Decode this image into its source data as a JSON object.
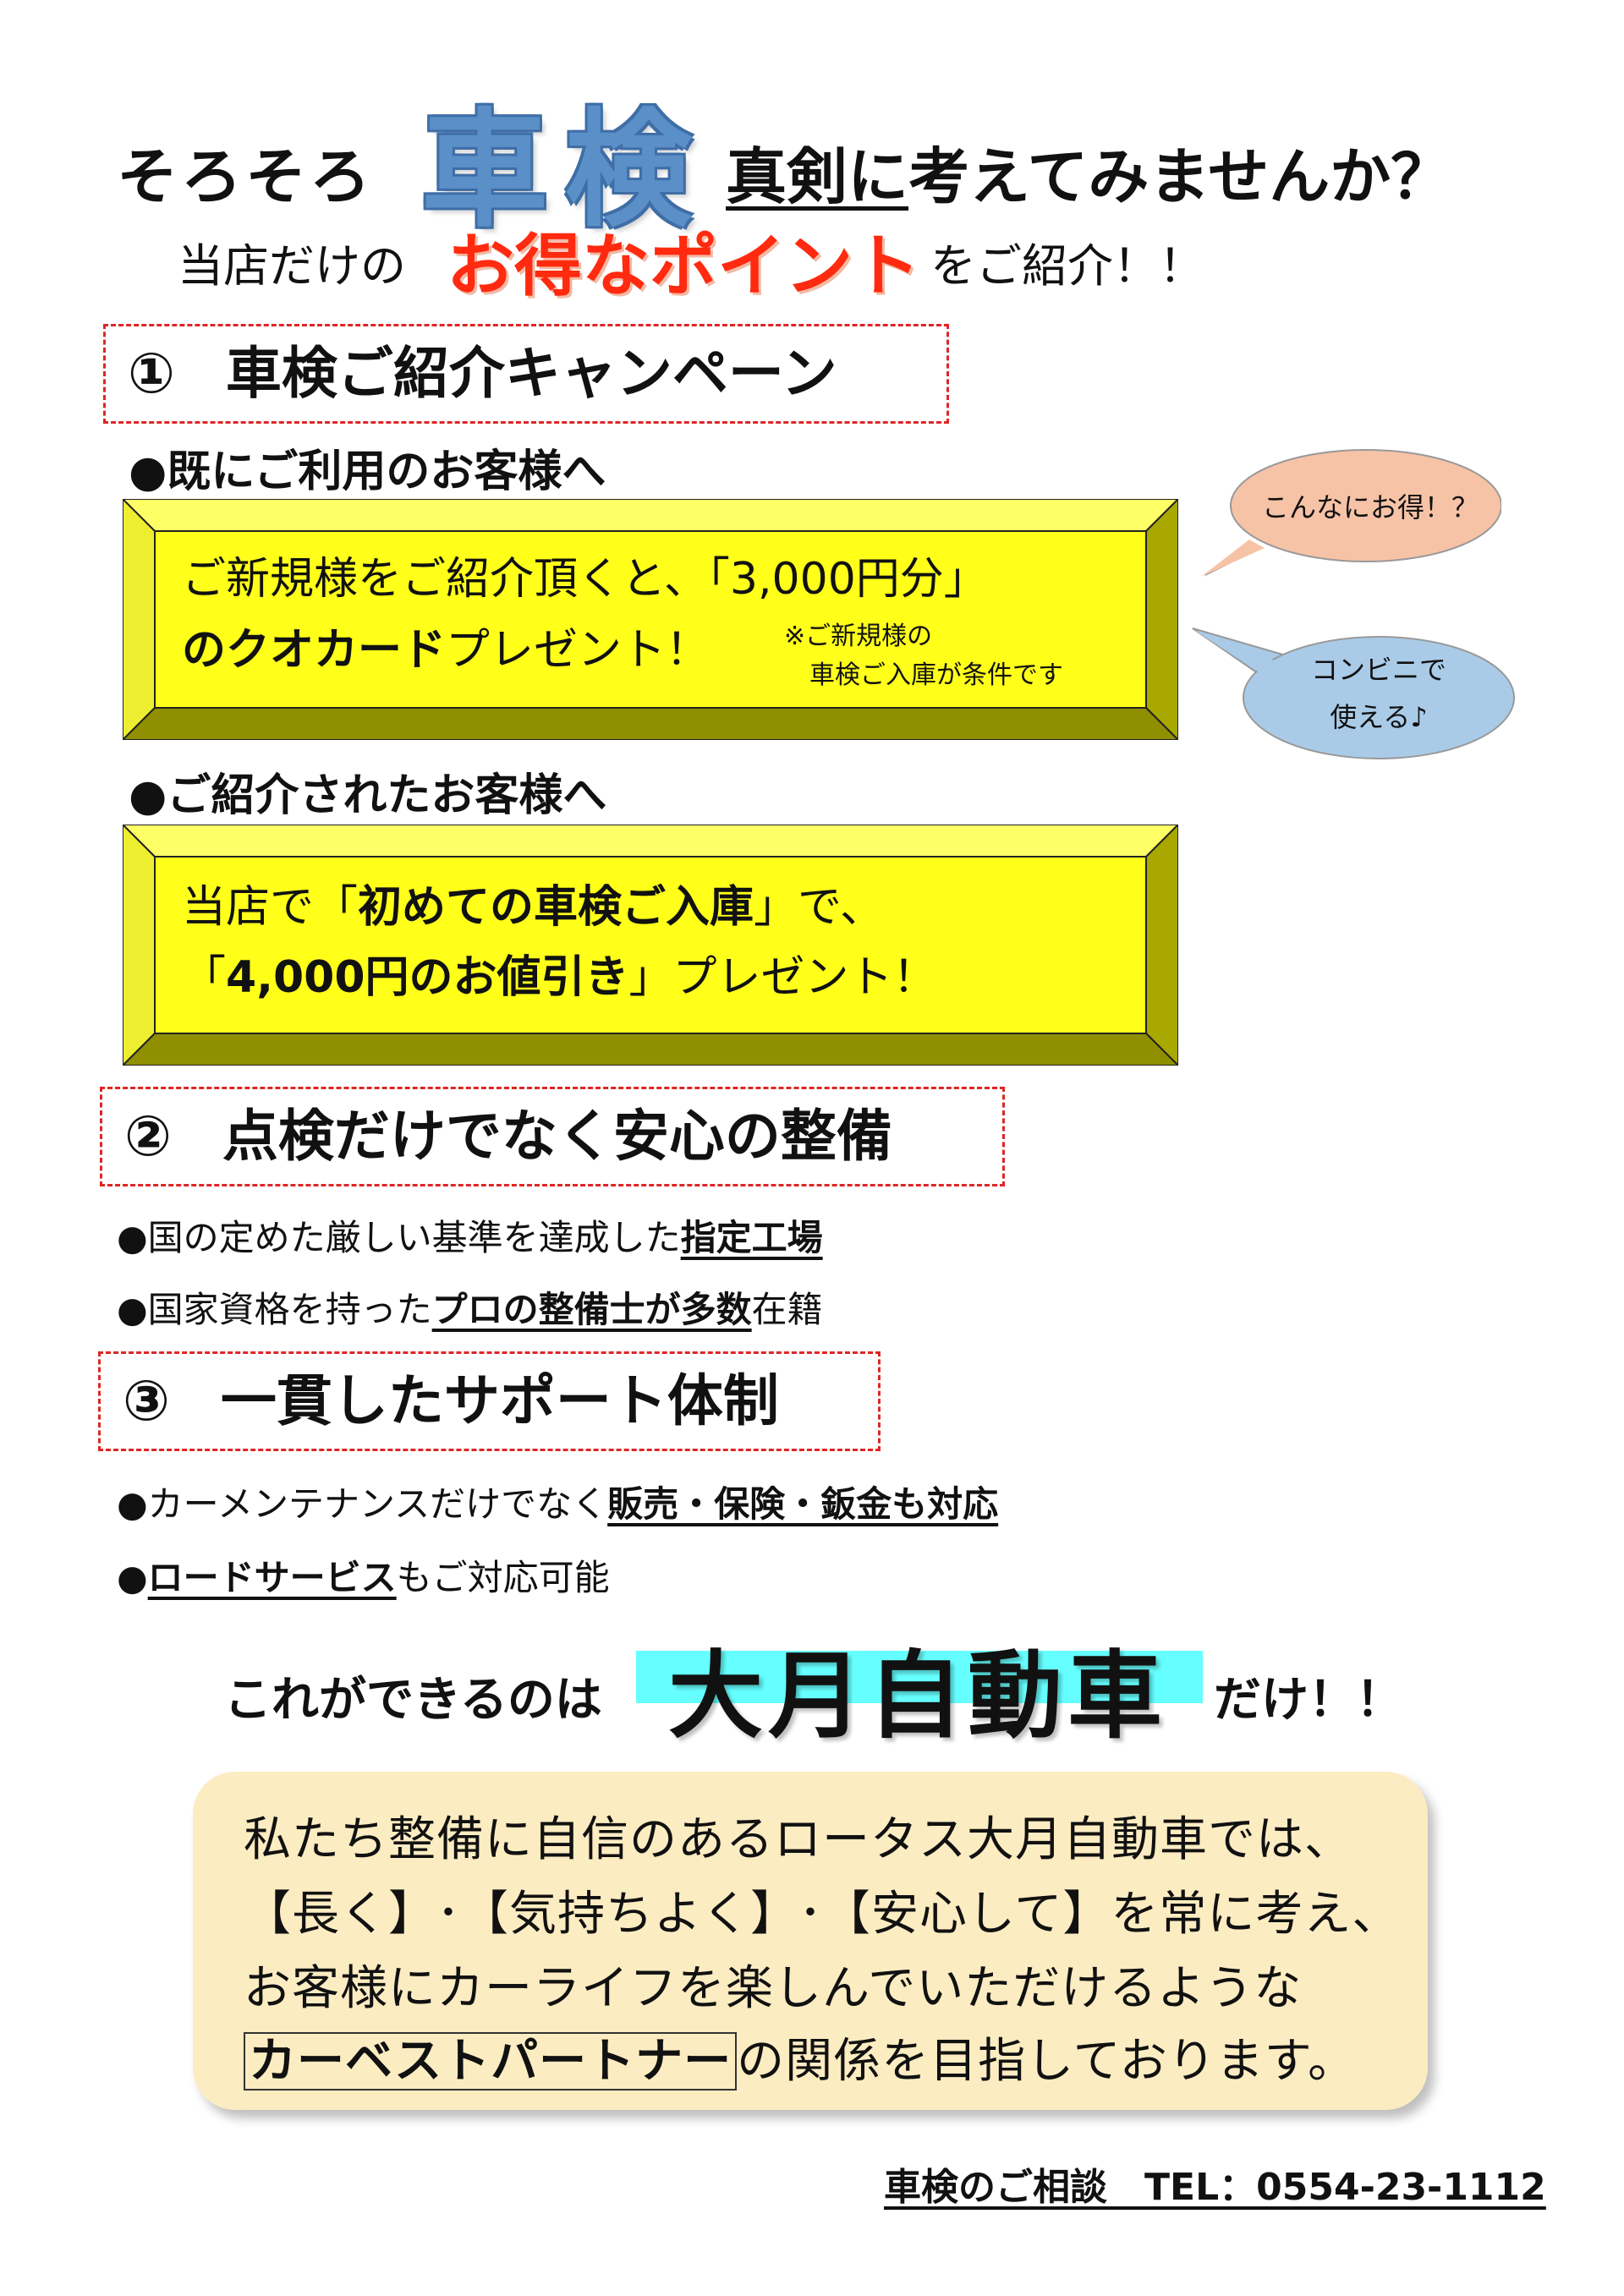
{
  "title": {
    "prefix": "そろそろ",
    "big": "車検",
    "suffix_underlined": "真剣に",
    "suffix_rest": "考えてみませんか？"
  },
  "subtitle": {
    "prefix": "当店だけの",
    "highlight": "お得なポイント",
    "suffix": "をご紹介！！"
  },
  "section1": {
    "number": "①",
    "heading": "車検ご紹介キャンペーン",
    "group1_label": "●既にご利用のお客様へ",
    "box1_line1": "ご新規様をご紹介頂くと、「3,000円分」",
    "box1_line2_bold": "のクオカード",
    "box1_line2_rest": "プレゼント！",
    "box1_note1": "※ご新規様の",
    "box1_note2": "車検ご入庫が条件です",
    "bubble1": "こんなにお得！？",
    "bubble2_line1": "コンビニで",
    "bubble2_line2": "使える♪",
    "group2_label": "●ご紹介されたお客様へ",
    "box2_line1_a": "当店で「",
    "box2_line1_b": "初めての車検ご入庫",
    "box2_line1_c": "」で、",
    "box2_line2_a": "「",
    "box2_line2_b": "4,000円のお値引き",
    "box2_line2_c": "」プレゼント！"
  },
  "section2": {
    "number": "②",
    "heading": "点検だけでなく安心の整備",
    "item1_text": "●国の定めた厳しい基準を達成した",
    "item1_bold": "指定工場",
    "item2_text": "●国家資格を持った",
    "item2_bold": "プロの整備士が多数",
    "item2_rest": "在籍"
  },
  "section3": {
    "number": "③",
    "heading": "一貫したサポート体制",
    "item1_text": "●カーメンテナンスだけでなく",
    "item1_bold": "販売・保険・鈑金も対応",
    "item2_text": "●",
    "item2_bold": "ロードサービス",
    "item2_rest": "もご対応可能"
  },
  "only": {
    "prefix": "これができるのは",
    "name": "大月自動車",
    "suffix": "だけ！！"
  },
  "panel": {
    "line1": "私たち整備に自信のあるロータス大月自動車では、",
    "line2": "【長く】･【気持ちよく】･【安心して】を常に考え、",
    "line3": "お客様にカーライフを楽しんでいただけるような",
    "line4_box": "カーベストパートナー",
    "line4_rest": "の関係を目指しております。"
  },
  "footer": {
    "tel": "車検のご相談　TEL：0554-23-1112"
  },
  "colors": {
    "title_blue": "#5b8fc8",
    "highlight_red": "#ff2a0f",
    "box_yellow": "#ffff1a",
    "dashed_red": "#e02525",
    "bubble_orange": "#f7c3a6",
    "bubble_blue": "#a9cbe8",
    "name_cyan": "#66ffff",
    "panel_cream": "#fcecc2"
  }
}
